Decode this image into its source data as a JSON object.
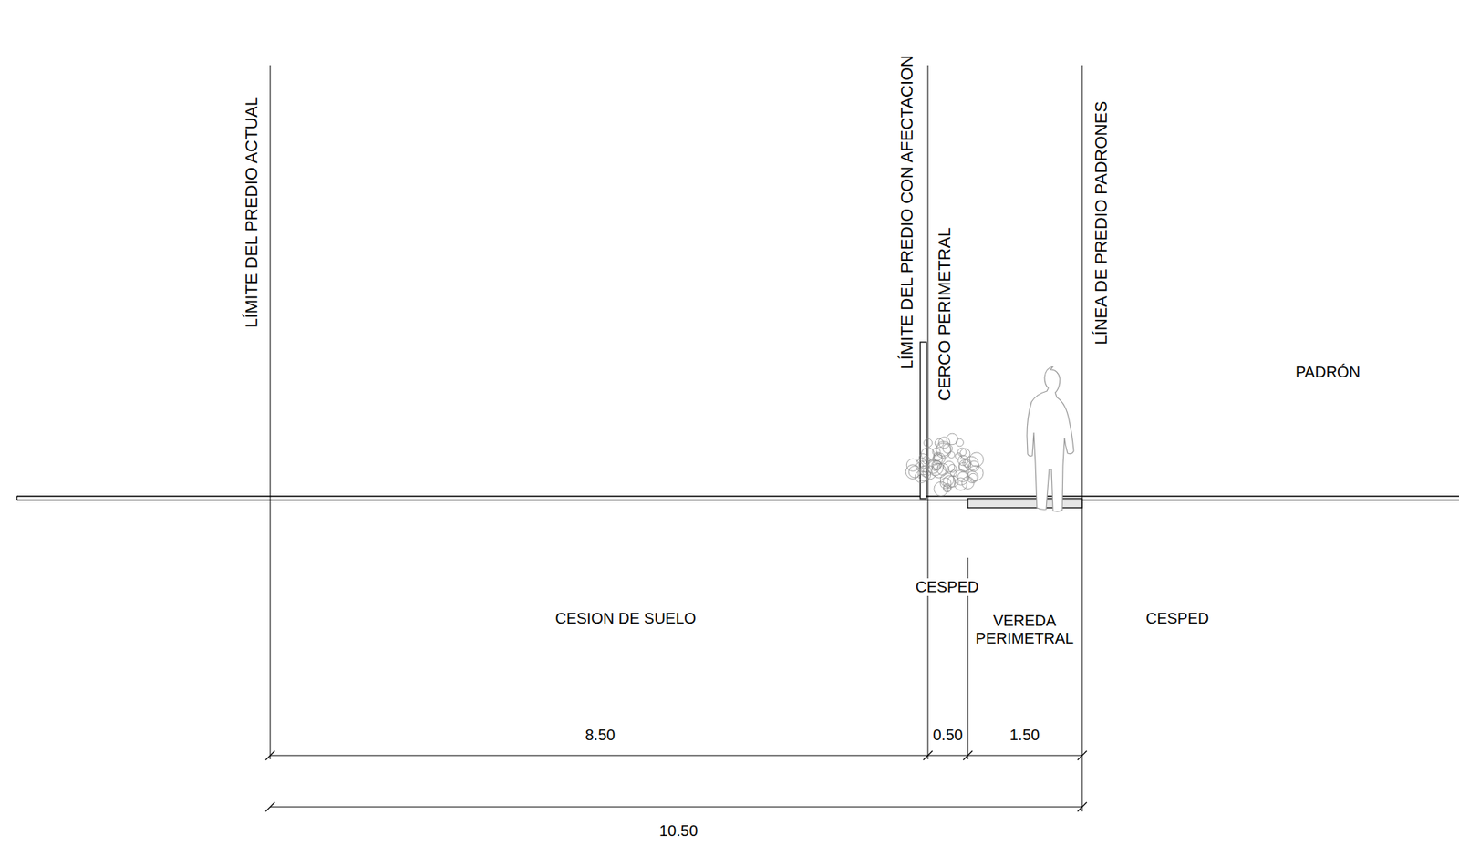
{
  "diagram": {
    "labels": [
      "LÍMITE DEL PREDIO ACTUAL",
      "LÍMITE DEL PREDIO CON AFECTACION",
      "CERCO PERIMETRAL",
      "LÍNEA DE PREDIO PADRONES",
      "PADRÓN",
      "CESPED",
      "CESION DE SUELO",
      "VEREDA PERIMETRAL",
      "CESPED",
      "8.50",
      "0.50",
      "1.50",
      "10.50"
    ]
  }
}
